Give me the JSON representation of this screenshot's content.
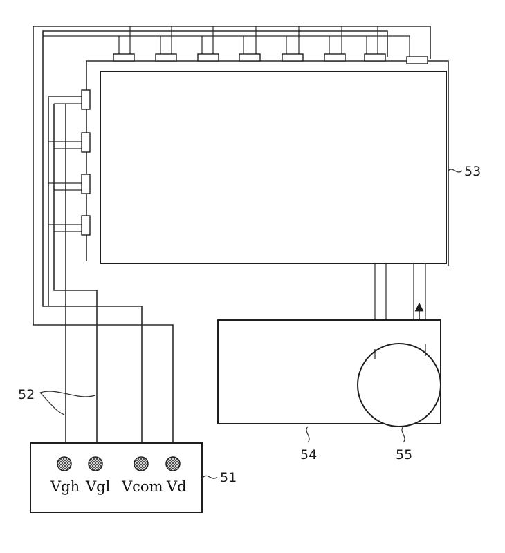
{
  "labels": {
    "panel": "53",
    "controller": "54",
    "motor": "55",
    "power_supply": "51",
    "wiring": "52"
  },
  "terminals": [
    "Vgh",
    "Vgl",
    "Vcom",
    "Vd"
  ],
  "colors": {
    "line": "#2b2b2b",
    "terminal_fill": "#8a8a8a"
  }
}
